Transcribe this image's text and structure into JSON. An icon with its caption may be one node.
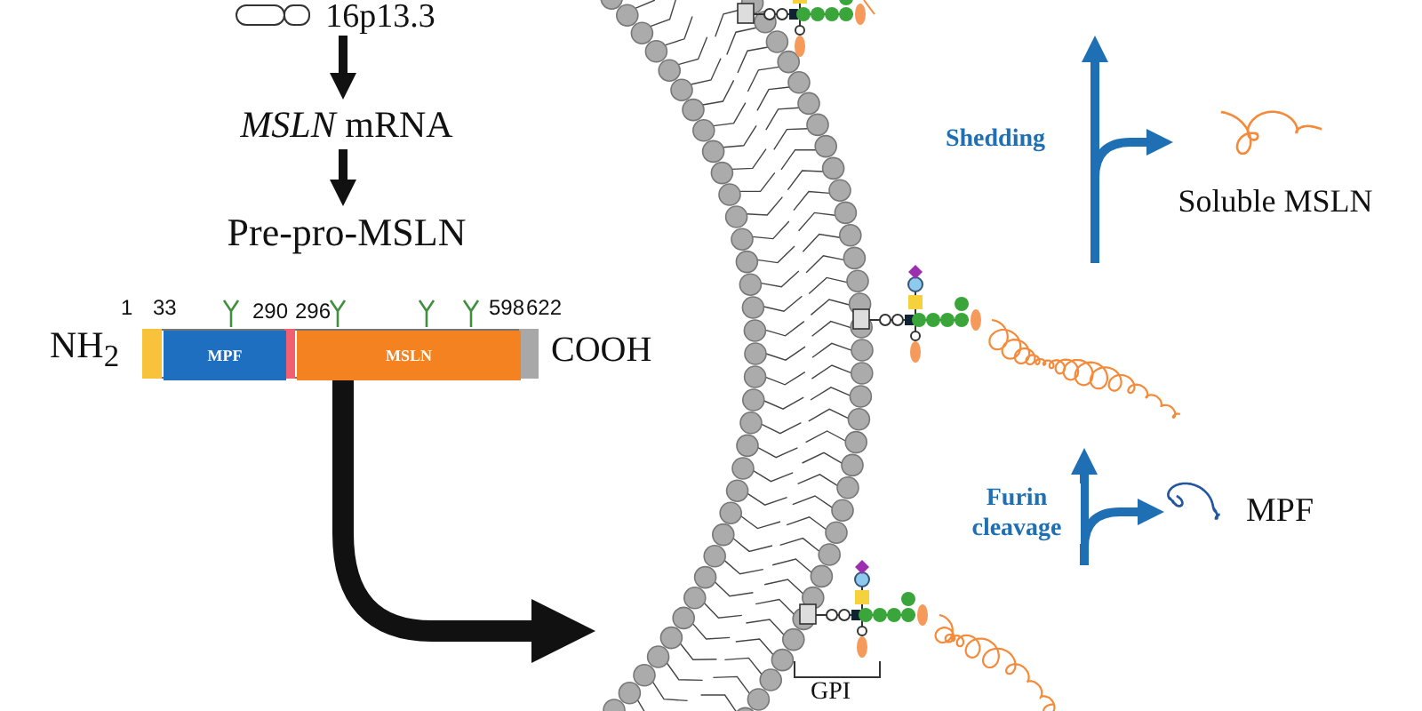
{
  "diagram": {
    "nodes": [
      {
        "text": [
          "16p13.3"
        ]
      },
      {
        "text": [
          "*MSLN* mRNA"
        ]
      },
      {
        "text": [
          "Pre-pro-MSLN"
        ]
      },
      {
        "text": [],
        "shape": "bar"
      },
      {
        "text": [
          "MPF"
        ],
        "in": 3
      },
      {
        "text": [
          "MSLN"
        ],
        "in": 3
      },
      {
        "text": [],
        "shape": "picture"
      },
      {
        "text": [],
        "shape": "picture"
      },
      {
        "text": [],
        "shape": "picture"
      },
      {
        "text": [
          "Soluble MSLN"
        ]
      },
      {
        "text": [
          "MPF"
        ]
      }
    ],
    "edges": [
      {
        "from": 0,
        "to": 1,
        "arrow": "to",
        "color": "#111111"
      },
      {
        "from": 1,
        "to": 2,
        "arrow": "to",
        "color": "#111111"
      },
      {
        "from": 3,
        "to": 6,
        "arrow": "to",
        "style": "thick",
        "color": "#111111"
      },
      {
        "from": 7,
        "to": 9,
        "arrow": "to",
        "label": "Shedding",
        "color": "#1f6fb4"
      },
      {
        "from": 7,
        "to": null,
        "arrow": "to",
        "color": "#1f6fb4"
      },
      {
        "from": 8,
        "to": 7,
        "arrow": "to",
        "color": "#1f6fb4"
      },
      {
        "from": 8,
        "to": 10,
        "arrow": "to",
        "label": "Furin cleavage",
        "color": "#1f6fb4"
      }
    ],
    "labels": [
      "1",
      "33",
      "290",
      "296",
      "598",
      "622",
      "NH$_{2}$",
      "COOH",
      "GPI"
    ]
  }
}
